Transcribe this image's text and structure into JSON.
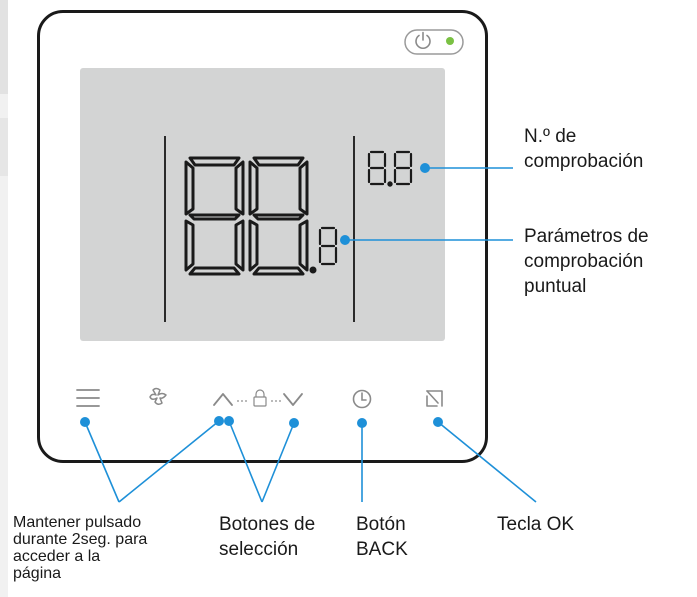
{
  "display": {
    "main_digits": "88",
    "small_digit": "8",
    "check_number_digits": "8.8"
  },
  "callouts": {
    "check_number": [
      "N.º de",
      "comprobación"
    ],
    "spot_check_params": [
      "Parámetros de",
      "comprobación",
      "puntual"
    ],
    "hold_menu": [
      "Mantener pulsado",
      "durante 2seg. para",
      "acceder a la",
      "página"
    ],
    "selection_buttons": [
      "Botones de",
      "selección"
    ],
    "back_button": [
      "Botón",
      "BACK"
    ],
    "ok_key": [
      "Tecla OK"
    ]
  },
  "buttons": [
    {
      "name": "menu-button",
      "icon": "menu-icon"
    },
    {
      "name": "fan-button",
      "icon": "fan-icon"
    },
    {
      "name": "up-button",
      "icon": "chevron-up-icon"
    },
    {
      "name": "lock-indicator",
      "icon": "lock-icon"
    },
    {
      "name": "down-button",
      "icon": "chevron-down-icon"
    },
    {
      "name": "back-button",
      "icon": "clock-icon"
    },
    {
      "name": "ok-button",
      "icon": "ok-icon"
    }
  ],
  "colors": {
    "accent": "#1e90d8",
    "lcd_background": "#d3d4d4",
    "power_led": "#7ac143",
    "frame": "#1a1a1a"
  }
}
